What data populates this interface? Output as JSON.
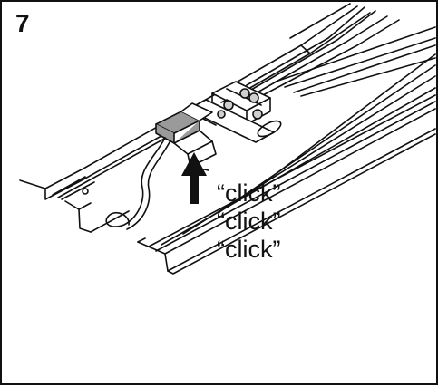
{
  "step_number": "7",
  "click_labels": [
    "“click”",
    "“click”",
    "“click”"
  ],
  "colors": {
    "line": "#111111",
    "connector_fill": "#9a9a9a",
    "screw_fill": "#cfcfcf",
    "background": "#ffffff"
  },
  "icons": {
    "arrow": "up-arrow-icon"
  }
}
